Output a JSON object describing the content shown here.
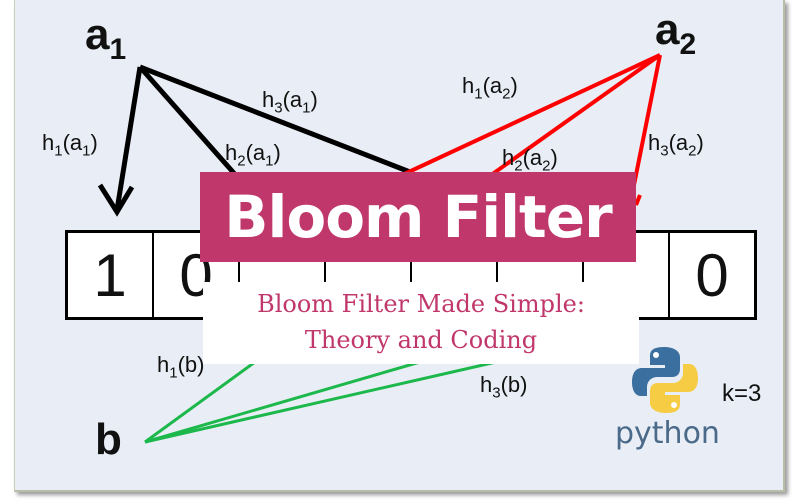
{
  "diagram": {
    "nodes": {
      "a1": "a",
      "a1_sub": "1",
      "a2": "a",
      "a2_sub": "2",
      "b": "b"
    },
    "hash_labels": {
      "h1a1": {
        "f": "h",
        "i": "1",
        "arg": "a",
        "argsub": "1"
      },
      "h2a1": {
        "f": "h",
        "i": "2",
        "arg": "a",
        "argsub": "1"
      },
      "h3a1": {
        "f": "h",
        "i": "3",
        "arg": "a",
        "argsub": "1"
      },
      "h1a2": {
        "f": "h",
        "i": "1",
        "arg": "a",
        "argsub": "2"
      },
      "h2a2": {
        "f": "h",
        "i": "2",
        "arg": "a",
        "argsub": "2"
      },
      "h3a2": {
        "f": "h",
        "i": "3",
        "arg": "a",
        "argsub": "2"
      },
      "h1b": {
        "f": "h",
        "i": "1",
        "arg": "b",
        "argsub": ""
      },
      "h3b": {
        "f": "h",
        "i": "3",
        "arg": "b",
        "argsub": ""
      }
    },
    "bit_array": [
      "1",
      "0",
      "",
      "",
      "",
      "",
      "",
      "0"
    ],
    "k_label": "k=3",
    "colors": {
      "a1": "#000000",
      "a2": "#ff0000",
      "b": "#1db84b"
    }
  },
  "overlay": {
    "title": "Bloom Filter",
    "subtitle_line1": "Bloom Filter Made Simple:",
    "subtitle_line2": "Theory and Coding",
    "accent": "#c0376b"
  },
  "logo": {
    "text": "python",
    "icon": "python-logo-icon"
  }
}
